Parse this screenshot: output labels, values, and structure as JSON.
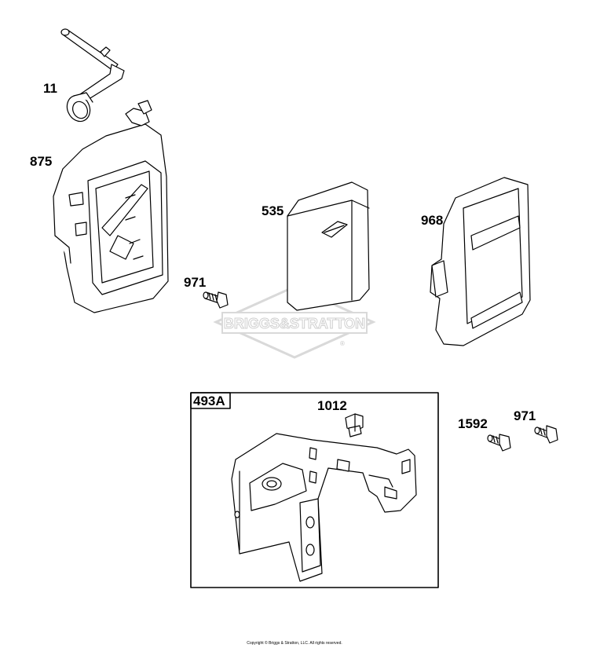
{
  "callouts": {
    "p11": "11",
    "p875": "875",
    "p535": "535",
    "p968": "968",
    "p971_top": "971",
    "p493A": "493A",
    "p1012": "1012",
    "p1592": "1592",
    "p971_bottom": "971"
  },
  "watermark": {
    "text": "BRIGGS&STRATTON",
    "mark": "®"
  },
  "copyright": "Copyright © Briggs & Stratton, LLC. All rights reserved.",
  "colors": {
    "line": "#000000",
    "watermark": "#d9d9d9",
    "background": "#ffffff"
  }
}
